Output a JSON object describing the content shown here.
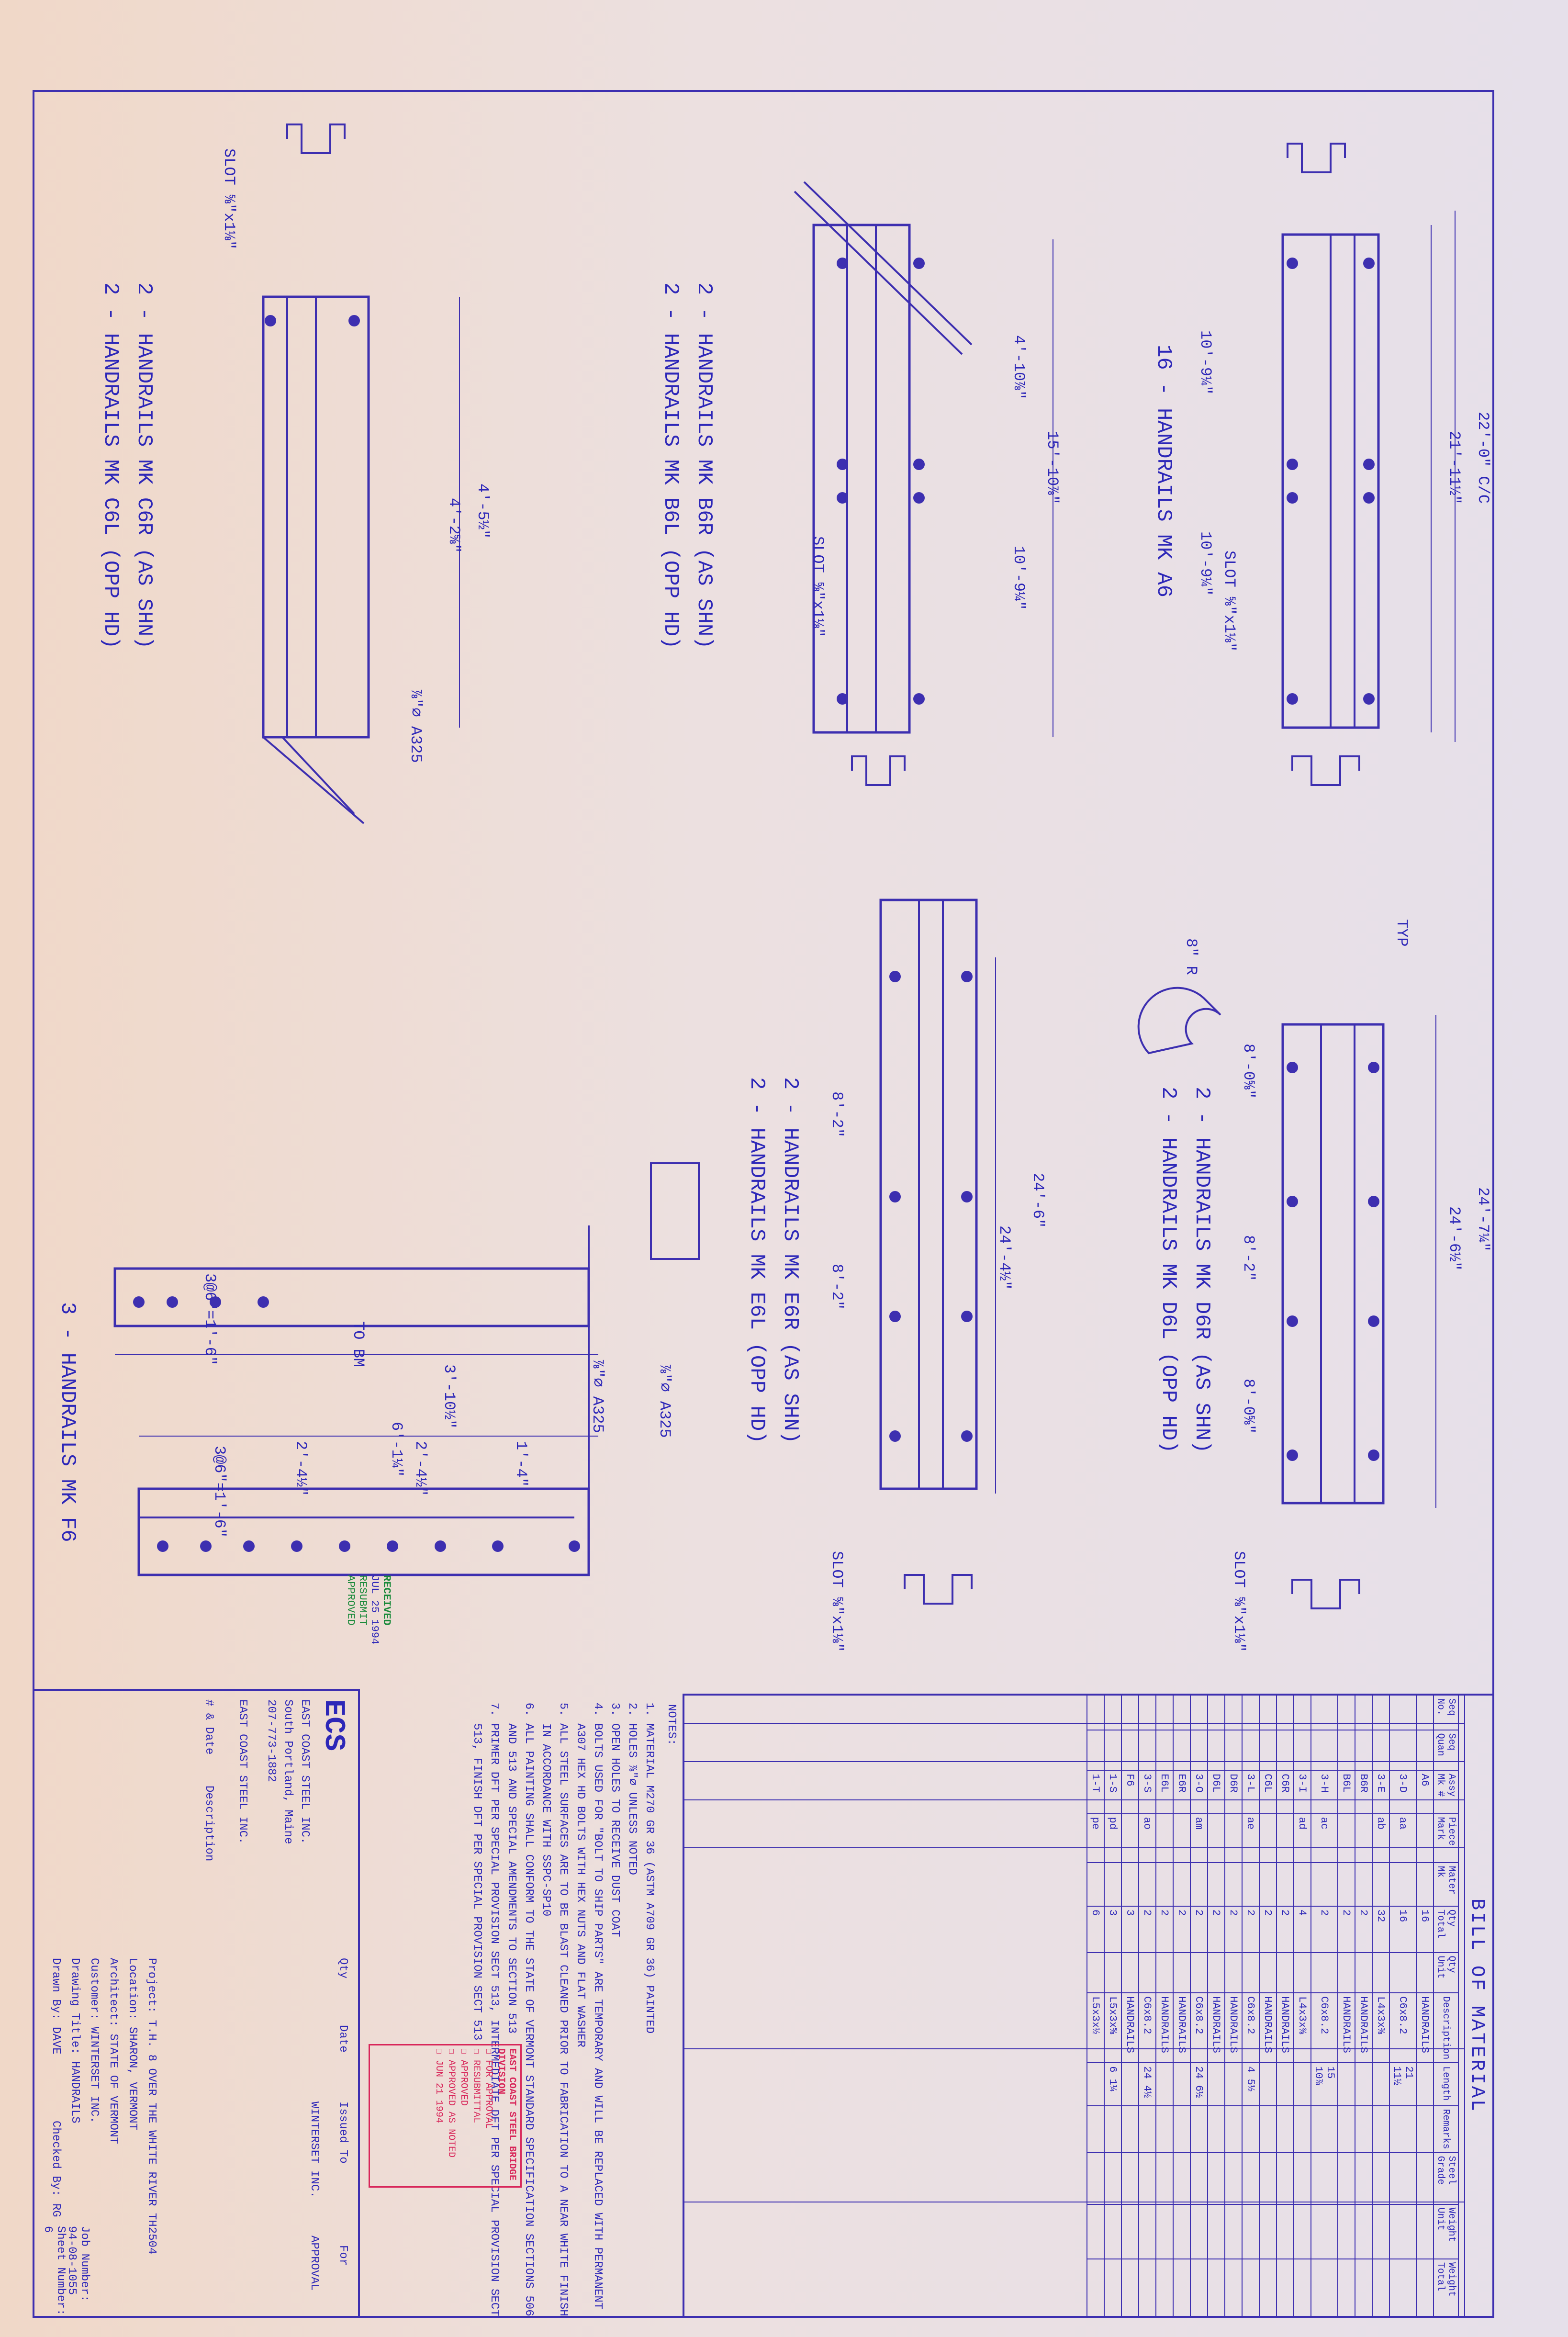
{
  "drawing_labels": {
    "c6": [
      "2 - HANDRAILS MK C6R (AS SHN)",
      "2 - HANDRAILS MK C6L (OPP HD)"
    ],
    "b6": [
      "2 - HANDRAILS MK B6R (AS SHN)",
      "2 - HANDRAILS MK B6L (OPP HD)"
    ],
    "a6": "16 - HANDRAILS MK A6",
    "d6": [
      "2 - HANDRAILS MK D6R (AS SHN)",
      "2 - HANDRAILS MK D6L (OPP HD)"
    ],
    "e6": [
      "2 - HANDRAILS MK E6R (AS SHN)",
      "2 - HANDRAILS MK E6L (OPP HD)"
    ],
    "f6": "3 - HANDRAILS MK F6"
  },
  "dimensions": {
    "a6_cc": "22'-0\" C/C",
    "a6_len": "21'-11½\"",
    "a6_seg": "10'-9¼\"",
    "b6_total": "15'-10⅞\"",
    "b6_seg1": "4'-10⅞\"",
    "b6_seg2": "10'-9¼\"",
    "c6_len1": "4'-5½\"",
    "c6_len2": "4'-2⅝\"",
    "d6_total": "24'-7¼\"",
    "d6_len": "24'-6½\"",
    "d6_seg": "8'-0⅝\"",
    "d6_mid": "8'-2\"",
    "e6_total": "24'-6\"",
    "e6_len": "24'-4½\"",
    "e6_seg": "8'-2\"",
    "f6_total": "6'-1¼\"",
    "f6_a": "2'-4½\"",
    "f6_b": "2'-4½\"",
    "f6_c": "1'-4\"",
    "f6_spacing": "3@6\"=1'-6\"",
    "f6_bm": "3'-10½\"",
    "to_bm": "TO BM",
    "bend": "8\" R",
    "slot": "SLOT ⅝\"x1⅛\"",
    "bolt1": "⅞\"⌀ A325",
    "bolt3": "⅞\"⌀ A325",
    "typ": "TYP"
  },
  "bom": {
    "title": "BILL OF MATERIAL",
    "headers": [
      "Seq No.",
      "Seq Quan",
      "Assy Mk #",
      "Piece Mark",
      "Mater Mk",
      "Qty Total",
      "Qty Unit",
      "Description",
      "Length",
      "Remarks",
      "Steel Grade",
      "Weight Unit",
      "Weight Total"
    ],
    "rows": [
      [
        "",
        "",
        "A6",
        "",
        "",
        "16",
        "",
        "HANDRAILS",
        "",
        "",
        "",
        "",
        ""
      ],
      [
        "",
        "",
        "3-D",
        "aa",
        "",
        "16",
        "",
        "C6x8.2",
        "21 11½",
        "",
        "",
        "",
        ""
      ],
      [
        "",
        "",
        "3-E",
        "ab",
        "",
        "32",
        "",
        "L4x3x⅜",
        "",
        "",
        "",
        "",
        ""
      ],
      [
        "",
        "",
        "B6R",
        "",
        "",
        "2",
        "",
        "HANDRAILS",
        "",
        "",
        "",
        "",
        ""
      ],
      [
        "",
        "",
        "B6L",
        "",
        "",
        "2",
        "",
        "HANDRAILS",
        "",
        "",
        "",
        "",
        ""
      ],
      [
        "",
        "",
        "3-H",
        "ac",
        "",
        "2",
        "",
        "C6x8.2",
        "15 10⅞",
        "",
        "",
        "",
        ""
      ],
      [
        "",
        "",
        "3-I",
        "ad",
        "",
        "4",
        "",
        "L4x3x⅜",
        "",
        "",
        "",
        "",
        ""
      ],
      [
        "",
        "",
        "C6R",
        "",
        "",
        "2",
        "",
        "HANDRAILS",
        "",
        "",
        "",
        "",
        ""
      ],
      [
        "",
        "",
        "C6L",
        "",
        "",
        "2",
        "",
        "HANDRAILS",
        "",
        "",
        "",
        "",
        ""
      ],
      [
        "",
        "",
        "3-L",
        "ae",
        "",
        "2",
        "",
        "C6x8.2",
        "4 5½",
        "",
        "",
        "",
        ""
      ],
      [
        "",
        "",
        "D6R",
        "",
        "",
        "2",
        "",
        "HANDRAILS",
        "",
        "",
        "",
        "",
        ""
      ],
      [
        "",
        "",
        "D6L",
        "",
        "",
        "2",
        "",
        "HANDRAILS",
        "",
        "",
        "",
        "",
        ""
      ],
      [
        "",
        "",
        "3-O",
        "am",
        "",
        "2",
        "",
        "C6x8.2",
        "24 6½",
        "",
        "",
        "",
        ""
      ],
      [
        "",
        "",
        "E6R",
        "",
        "",
        "2",
        "",
        "HANDRAILS",
        "",
        "",
        "",
        "",
        ""
      ],
      [
        "",
        "",
        "E6L",
        "",
        "",
        "2",
        "",
        "HANDRAILS",
        "",
        "",
        "",
        "",
        ""
      ],
      [
        "",
        "",
        "3-S",
        "ao",
        "",
        "2",
        "",
        "C6x8.2",
        "24 4½",
        "",
        "",
        "",
        ""
      ],
      [
        "",
        "",
        "F6",
        "",
        "",
        "3",
        "",
        "HANDRAILS",
        "",
        "",
        "",
        "",
        ""
      ],
      [
        "",
        "",
        "1-S",
        "pd",
        "",
        "3",
        "",
        "L5x3x⅝",
        "6 1¼",
        "",
        "",
        "",
        ""
      ],
      [
        "",
        "",
        "1-T",
        "pe",
        "",
        "6",
        "",
        "L5x3x½",
        "",
        "",
        "",
        "",
        ""
      ]
    ]
  },
  "notes": {
    "title": "NOTES:",
    "items": [
      "MATERIAL M270 GR 36 (ASTM A709 GR 36) PAINTED",
      "HOLES ⅞\"⌀ UNLESS NOTED",
      "OPEN HOLES TO RECEIVE DUST COAT",
      "BOLTS USED FOR \"BOLT TO SHIP PARTS\" ARE TEMPORARY AND WILL BE REPLACED WITH PERMANENT A307 HEX HD BOLTS WITH HEX NUTS AND FLAT WASHER",
      "ALL STEEL SURFACES ARE TO BE BLAST CLEANED PRIOR TO FABRICATION TO A NEAR WHITE FINISH IN ACCORDANCE WITH SSPC-SP10",
      "ALL PAINTING SHALL CONFORM TO THE STATE OF VERMONT STANDARD SPECIFICATION SECTIONS 506 AND 513 AND SPECIAL AMENDMENTS TO SECTION 513",
      "PRIMER DFT PER SPECIAL PROVISION SECT 513, INTERMEDIATE DFT PER SPECIAL PROVISION SECT 513, FINISH DFT PER SPECIAL PROVISION SECT 513"
    ]
  },
  "title_block": {
    "company": "EAST COAST STEEL INC.",
    "address": "South Portland, Maine",
    "phone": "207-773-1882",
    "logo": "ECS",
    "corporate": "EAST COAST STEEL INC.",
    "issued_to": "WINTERSET INC.",
    "issued_for": "APPROVAL",
    "project": "T.H. 8 OVER THE WHITE RIVER TH2504",
    "location": "SHARON, VERMONT",
    "architect": "STATE OF VERMONT",
    "customer": "WINTERSET INC.",
    "drawing_title": "HANDRAILS",
    "drawn_by": "DAVE",
    "checked_by": "RG",
    "job": "94-08-1055",
    "sheet": "6",
    "labels": {
      "project": "Project:",
      "location": "Location:",
      "architect": "Architect:",
      "customer": "Customer:",
      "drawing_title": "Drawing Title:",
      "drawn_by": "Drawn By:",
      "checked_by": "Checked By:",
      "job": "Job Number:",
      "sheet": "Sheet Number:",
      "qty": "Qty",
      "date": "Date",
      "issued_to": "Issued To",
      "for": "For",
      "rev": "# & Date",
      "description": "Description"
    }
  },
  "stamps": {
    "approved": {
      "title": "EAST COAST STEEL BRIDGE DIVISION",
      "lines": [
        "FOR APPROVAL",
        "RESUBMITTAL",
        "APPROVED",
        "APPROVED AS NOTED",
        "JUN 21 1994"
      ]
    },
    "received": {
      "title": "RECEIVED",
      "date": "JUL 25 1994",
      "lines": [
        "RESUBMIT",
        "APPROVED"
      ]
    }
  },
  "colors": {
    "ink": "#3d2fb0",
    "stamp_red": "#d8265a",
    "stamp_green": "#1b8a3b"
  }
}
